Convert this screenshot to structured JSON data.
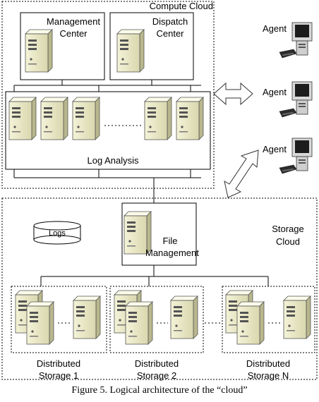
{
  "compute_cloud": {
    "title": "Compute Cloud",
    "management_center": {
      "line1": "Management",
      "line2": "Center"
    },
    "dispatch_center": {
      "line1": "Dispatch",
      "line2": "Center"
    },
    "log_analysis": "Log Analysis"
  },
  "agents": [
    "Agent",
    "Agent",
    "Agent"
  ],
  "storage_cloud": {
    "title_line1": "Storage",
    "title_line2": "Cloud",
    "logs": "Logs",
    "file_management": {
      "line1": "File",
      "line2": "Management"
    },
    "storage_groups": [
      {
        "line1": "Distributed",
        "line2": "Storage 1"
      },
      {
        "line1": "Distributed",
        "line2": "Storage 2"
      },
      {
        "line1": "Distributed",
        "line2": "Storage N"
      }
    ]
  },
  "caption": "Figure 5.    Logical architecture of the “cloud”",
  "colors": {
    "server_body": "#ecebc6",
    "server_shadow": "#b9b78d",
    "line": "#000000"
  }
}
